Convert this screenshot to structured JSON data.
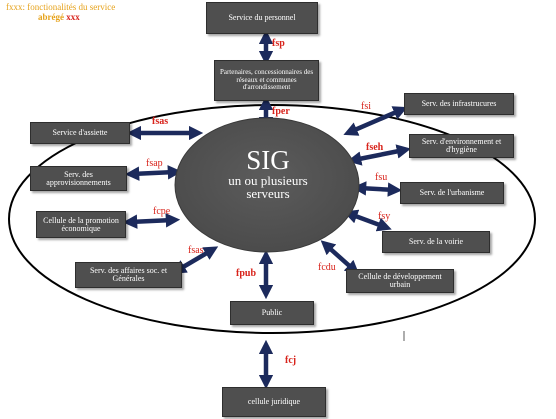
{
  "legend": {
    "line1": "fxxx: fonctionalités du service",
    "line2_abbrev": "abrégé",
    "line2_code": "xxx"
  },
  "center": {
    "title": "SIG",
    "subtitle_line1": "un ou plusieurs",
    "subtitle_line2": "serveurs"
  },
  "nodes": {
    "personnel": "Service du personnel",
    "partenaires": "Partenaires, concessionnaires des réseaux et communes d'arrondissement",
    "assiette": "Service d'assiette",
    "approvisionnements": "Serv. des approvisionnements",
    "promotion": "Cellule de la promotion économique",
    "affaires": "Serv. des affaires soc. et Générales",
    "public": "Public",
    "juridique": "cellule juridique",
    "infrastructures": "Serv. des infrastrucures",
    "environnement": "Serv. d'environnement et d'hygiène",
    "urbanisme": "Serv. de l'urbanisme",
    "voirie": "Serv. de la voirie",
    "developpement": "Cellule de développement urbain"
  },
  "flows": {
    "fsp": "fsp",
    "fper": "fper",
    "fsas_top": "fsas",
    "fsap": "fsap",
    "fcpe": "fcpe",
    "fsas_bottom": "fsas",
    "fpub": "fpub",
    "fcdu": "fcdu",
    "fsy": "fsy",
    "fsu": "fsu",
    "fseh": "fseh",
    "fsi": "fsi",
    "fcj": "fcj"
  },
  "colors": {
    "box_fill": "#4f4f4f",
    "center_fill": "#555555",
    "arrow": "#1c2a5c",
    "flow_label": "#d8231b",
    "legend": "#e6a21a"
  }
}
